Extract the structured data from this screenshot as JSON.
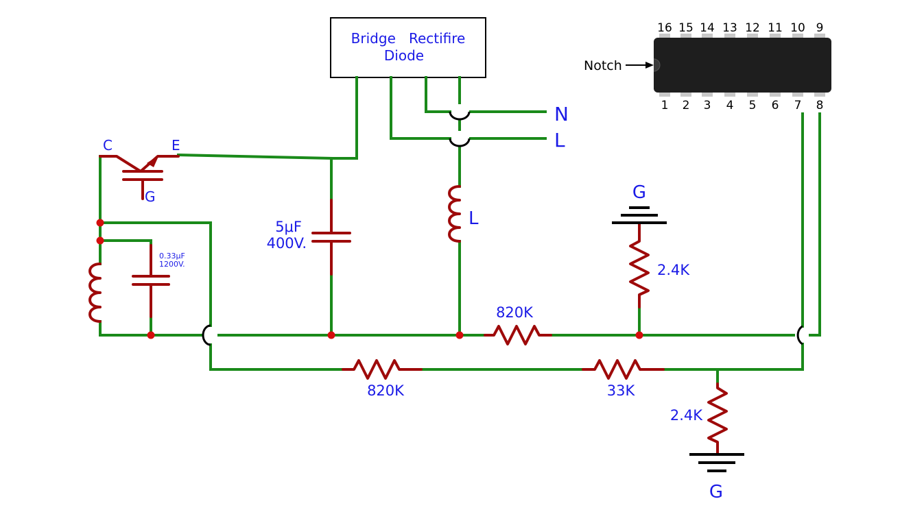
{
  "colors": {
    "wire": "#1a8a1a",
    "component": "#9e0a0a",
    "junction": "#d40d0d",
    "label": "#1a1ae6"
  },
  "rectifier": {
    "line1": "Bridge   Rectifire",
    "line2": "Diode"
  },
  "terminals": {
    "n": "N",
    "l": "L"
  },
  "transistor": {
    "c": "C",
    "e": "E",
    "g": "G"
  },
  "cap_main": {
    "value": "5μF",
    "voltage": "400V."
  },
  "cap_small": {
    "value": "0.33μF",
    "voltage": "1200V."
  },
  "inductor_label": "L",
  "resistors": {
    "r_top": "820K",
    "r_bottom": "820K",
    "r_33k": "33K",
    "r_ground_top": "2.4K",
    "r_ground_bottom": "2.4K"
  },
  "grounds": {
    "top": "G",
    "bottom": "G"
  },
  "ic": {
    "notch_label": "Notch",
    "pins_top": [
      "16",
      "15",
      "14",
      "13",
      "12",
      "11",
      "10",
      "9"
    ],
    "pins_bottom": [
      "1",
      "2",
      "3",
      "4",
      "5",
      "6",
      "7",
      "8"
    ],
    "icon": "dip-16-chip-icon"
  }
}
